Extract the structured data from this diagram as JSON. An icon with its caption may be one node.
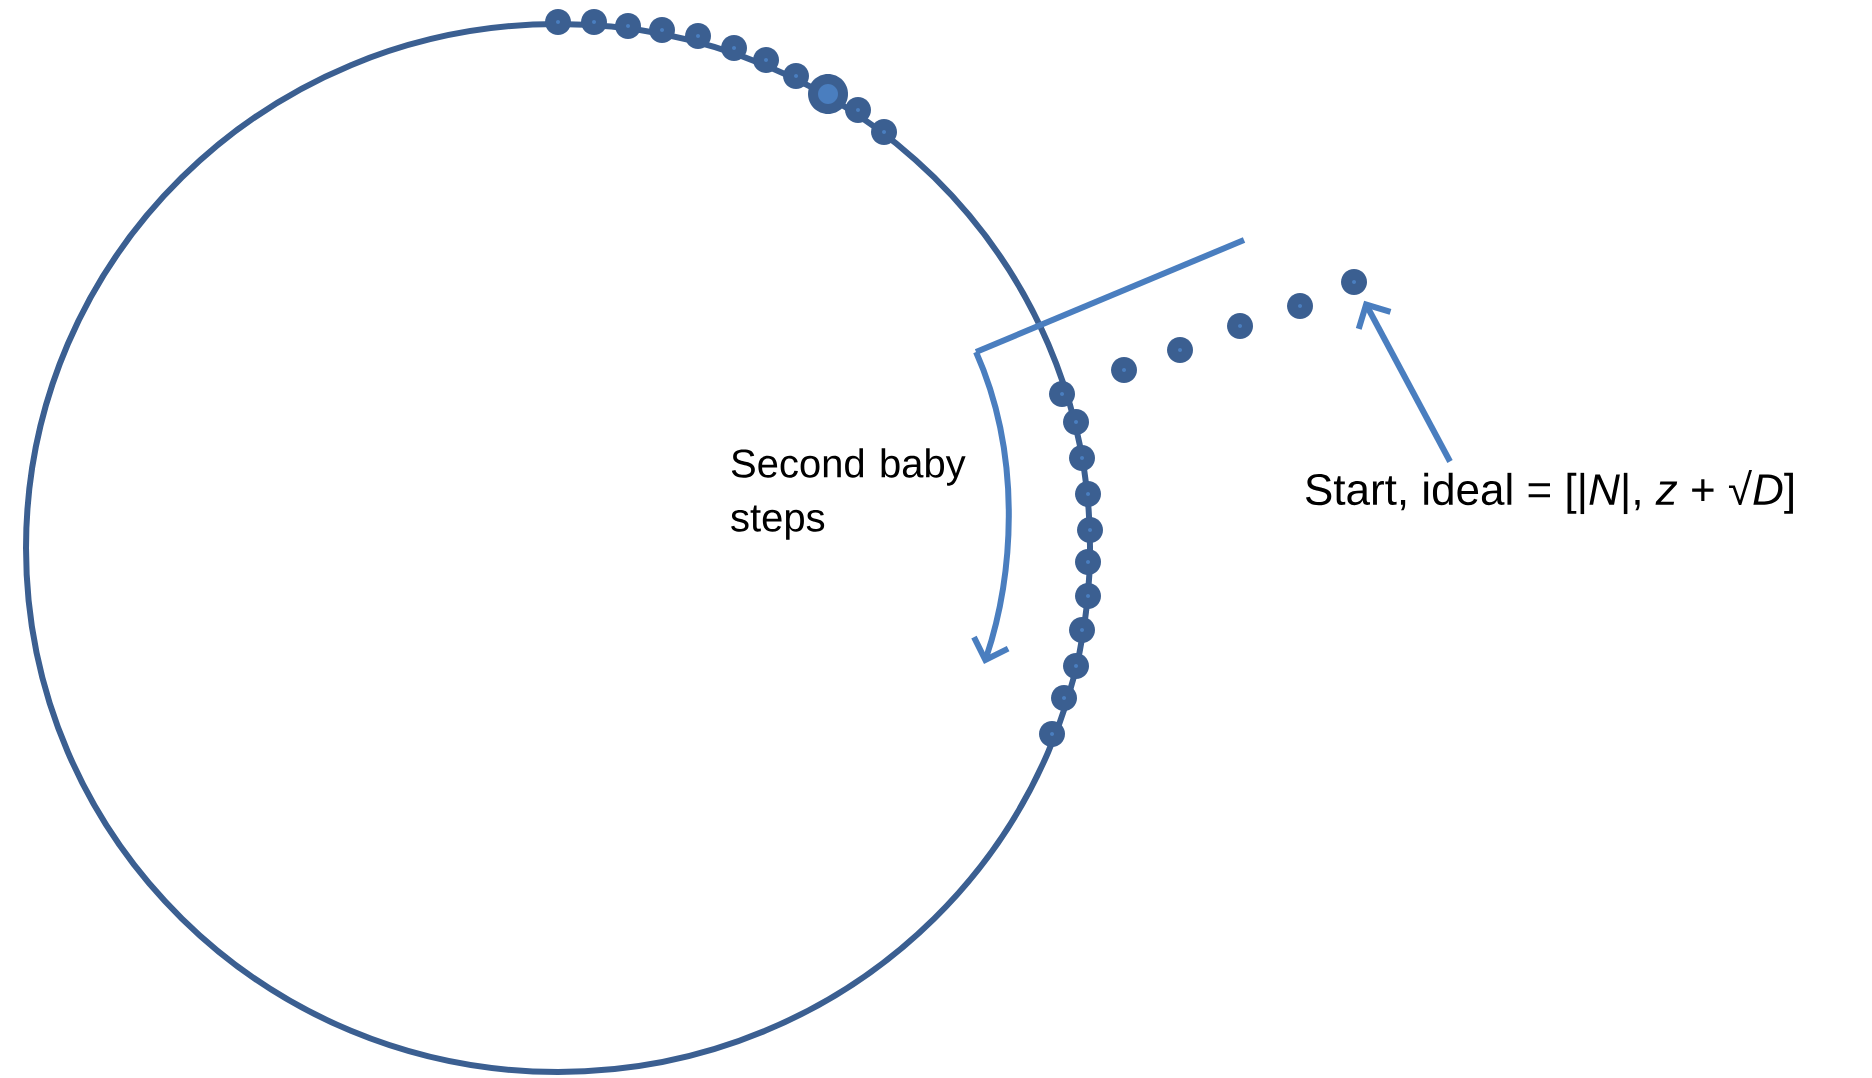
{
  "diagram": {
    "nodes": [
      {
        "text": [
          "Start, ideal = [|*N*|, *z* + √*D*]"
        ]
      },
      {
        "text": [],
        "shape": "circle"
      }
    ],
    "edges": [
      {
        "from": 0,
        "to": 1,
        "arrow": "to"
      }
    ],
    "labels": [
      "Second baby steps"
    ]
  }
}
